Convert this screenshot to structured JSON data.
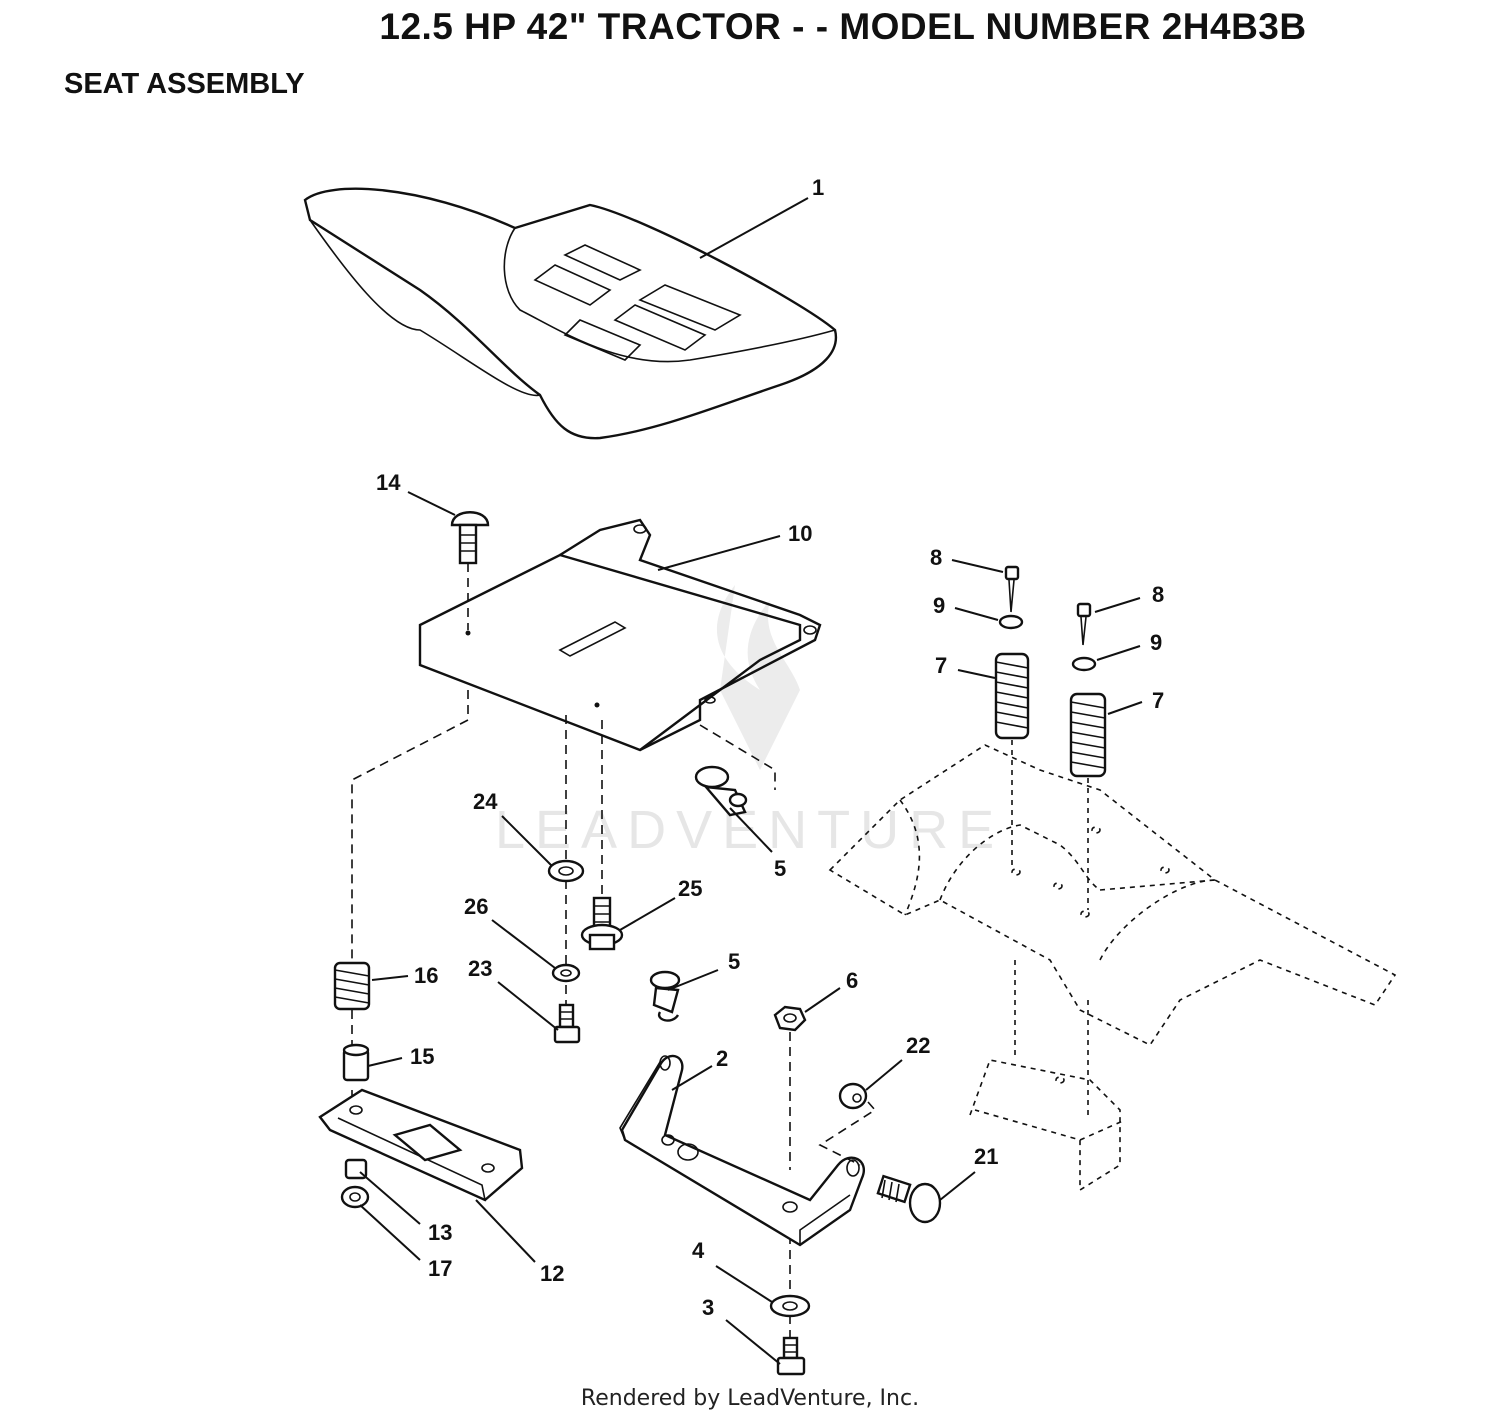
{
  "header": {
    "title": "12.5 HP 42\" TRACTOR - - MODEL NUMBER 2H4B3B",
    "section": "SEAT ASSEMBLY"
  },
  "footer": {
    "credit": "Rendered by LeadVenture, Inc."
  },
  "watermark": {
    "text": "LEADVENTURE"
  },
  "callouts": {
    "c1": "1",
    "c2": "2",
    "c3": "3",
    "c4": "4",
    "c5a": "5",
    "c5b": "5",
    "c6": "6",
    "c7a": "7",
    "c7b": "7",
    "c8a": "8",
    "c8b": "8",
    "c9a": "9",
    "c9b": "9",
    "c10": "10",
    "c12": "12",
    "c13": "13",
    "c14": "14",
    "c15": "15",
    "c16": "16",
    "c17": "17",
    "c21": "21",
    "c22": "22",
    "c23": "23",
    "c24": "24",
    "c25": "25",
    "c26": "26"
  }
}
